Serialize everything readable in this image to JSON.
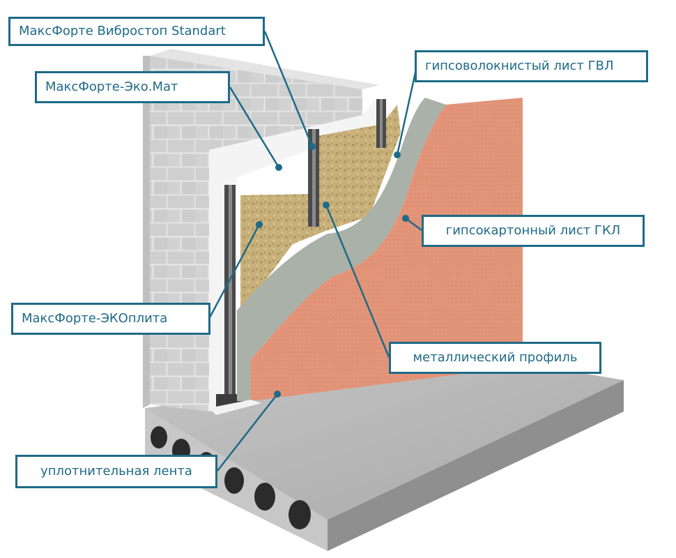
{
  "labels": {
    "vibrostop": "МаксФорте Вибростоп Standart",
    "ekomat": "МаксФорте-Эко.Мат",
    "gvl": "гипсоволокнистый лист ГВЛ",
    "gkl": "гипсокартонный лист ГКЛ",
    "ekoplita": "МаксФорте-ЭКОплита",
    "profile": "металлический профиль",
    "tape": "уплотнительная лента"
  },
  "colors": {
    "accent": "#1e6a87",
    "brick": "#d5d5d5",
    "insulation": "#c9b27a",
    "gvl": "#a9b1a8",
    "gkl": "#e3957a",
    "slab": "#b9b9b9"
  }
}
